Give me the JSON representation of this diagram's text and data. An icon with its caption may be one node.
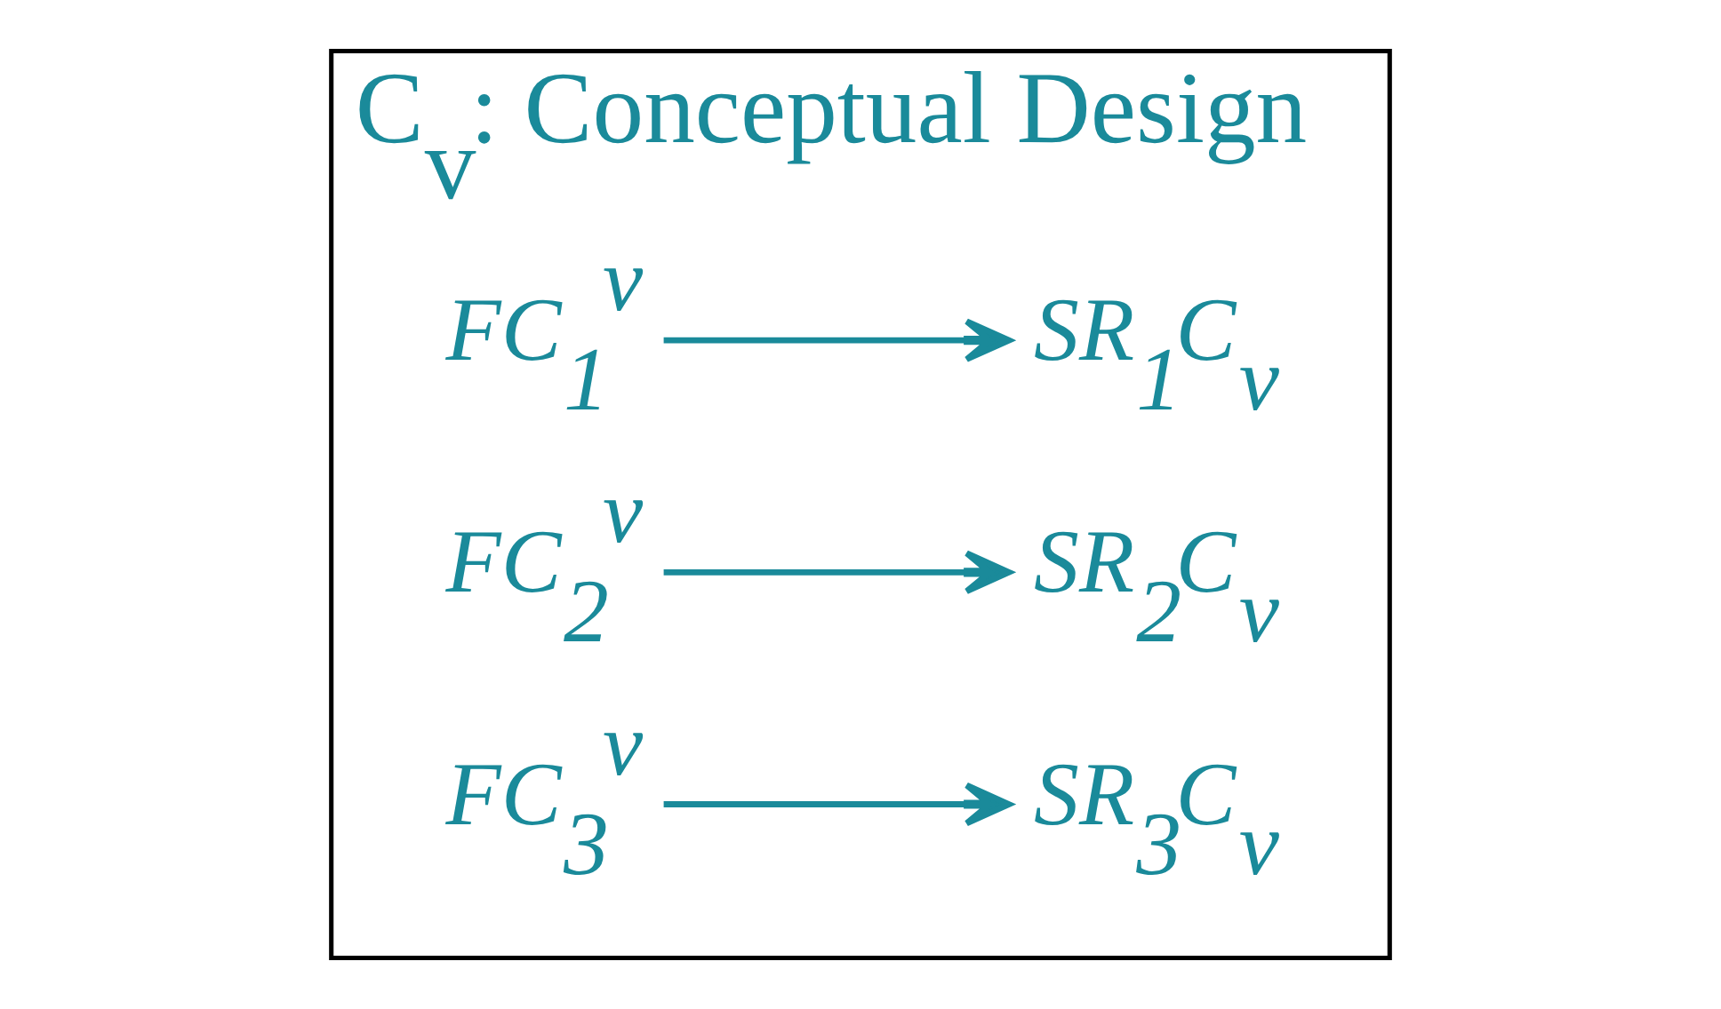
{
  "diagram": {
    "nodes": [
      {
        "text": [
          "C$_{v}$: Conceptual Design"
        ]
      },
      {
        "text": [
          "FC$_{1}$$^{v}$"
        ],
        "in": 0
      },
      {
        "text": [
          "SR$_{1}$C$_{v}$"
        ],
        "in": 0
      },
      {
        "text": [
          "FC$_{2}$$^{v}$"
        ],
        "in": 0
      },
      {
        "text": [
          "SR$_{2}$C$_{v}$"
        ],
        "in": 0
      },
      {
        "text": [
          "FC$_{3}$$^{v}$"
        ],
        "in": 0
      },
      {
        "text": [
          "SR$_{3}$C$_{v}$"
        ],
        "in": 0
      }
    ],
    "edges": [
      {
        "from": 1,
        "to": 2,
        "arrow": "to"
      },
      {
        "from": 3,
        "to": 4,
        "arrow": "to"
      },
      {
        "from": 5,
        "to": 6,
        "arrow": "to"
      }
    ]
  }
}
